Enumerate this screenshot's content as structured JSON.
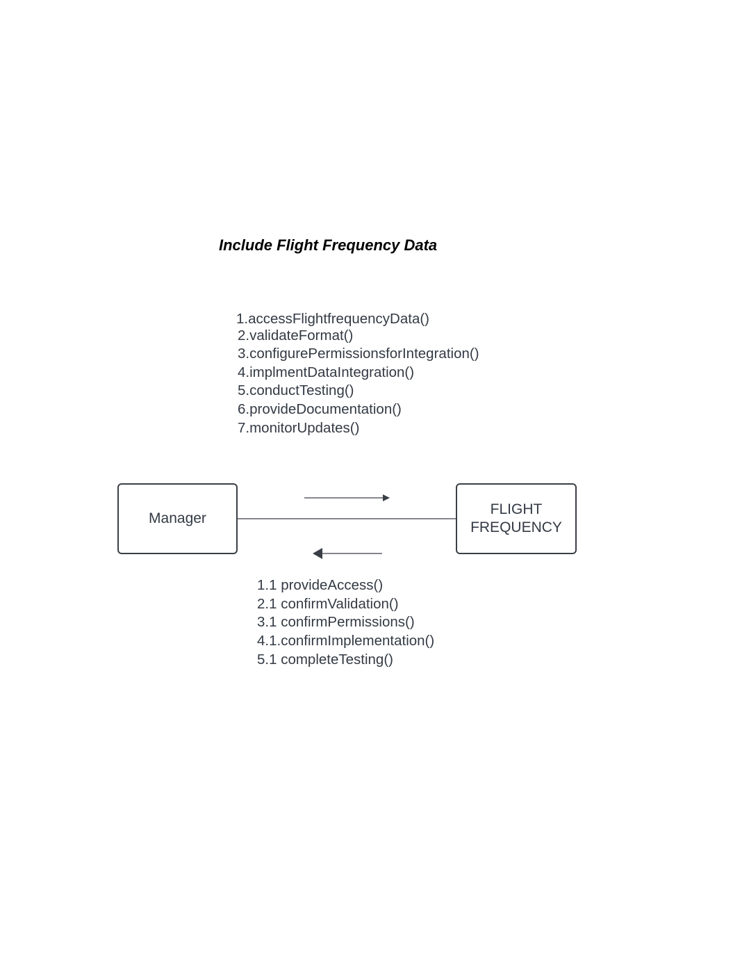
{
  "diagram": {
    "title": "Include Flight Frequency Data",
    "objects": {
      "manager": {
        "label": "Manager"
      },
      "flight_frequency": {
        "label_lines": [
          "FLIGHT",
          "FREQUENCY"
        ]
      }
    },
    "forward_messages": [
      "1.accessFlightfrequencyData()",
      "2.validateFormat()",
      "3.configurePermissionsforIntegration()",
      "4.implmentDataIntegration()",
      "5.conductTesting()",
      "6.provideDocumentation()",
      "7.monitorUpdates()"
    ],
    "reply_messages": [
      "1.1 provideAccess()",
      "2.1 confirmValidation()",
      "3.1 confirmPermissions()",
      "4.1.confirmImplementation()",
      "5.1 completeTesting()"
    ],
    "colors": {
      "text": "#333a44",
      "stroke": "#3a3f47",
      "title": "#000000"
    }
  }
}
